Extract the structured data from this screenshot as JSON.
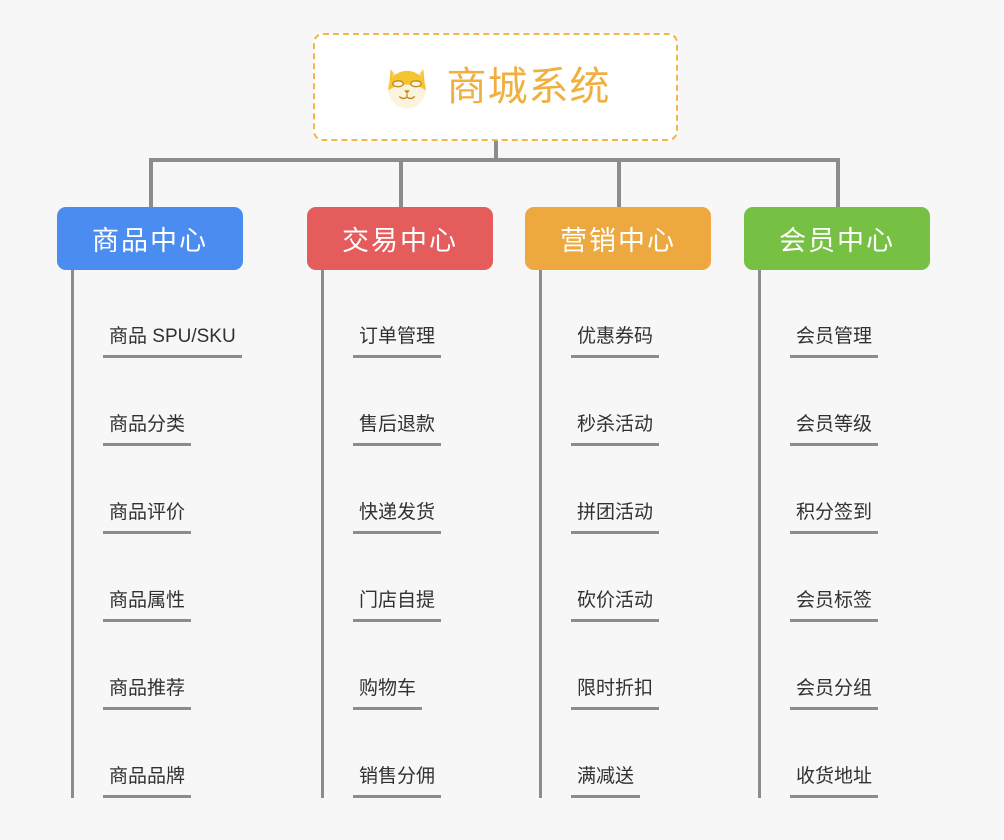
{
  "canvas": {
    "background": "#f7f7f7",
    "line_color": "#8c8c8c",
    "leaf_text_color": "#303133"
  },
  "root": {
    "title": "商城系统",
    "icon": "shiba-dog-face-icon",
    "text_color": "#f0b040",
    "border_color": "#f2b749",
    "background": "#ffffff"
  },
  "branches": [
    {
      "id": "product-center",
      "label": "商品中心",
      "color": "#4a8cf0",
      "items": [
        "商品 SPU/SKU",
        "商品分类",
        "商品评价",
        "商品属性",
        "商品推荐",
        "商品品牌"
      ]
    },
    {
      "id": "trade-center",
      "label": "交易中心",
      "color": "#e45c5c",
      "items": [
        "订单管理",
        "售后退款",
        "快递发货",
        "门店自提",
        "购物车",
        "销售分佣"
      ]
    },
    {
      "id": "marketing-center",
      "label": "营销中心",
      "color": "#eda93f",
      "items": [
        "优惠券码",
        "秒杀活动",
        "拼团活动",
        "砍价活动",
        "限时折扣",
        "满减送"
      ]
    },
    {
      "id": "member-center",
      "label": "会员中心",
      "color": "#76c044",
      "items": [
        "会员管理",
        "会员等级",
        "积分签到",
        "会员标签",
        "会员分组",
        "收货地址"
      ]
    }
  ]
}
